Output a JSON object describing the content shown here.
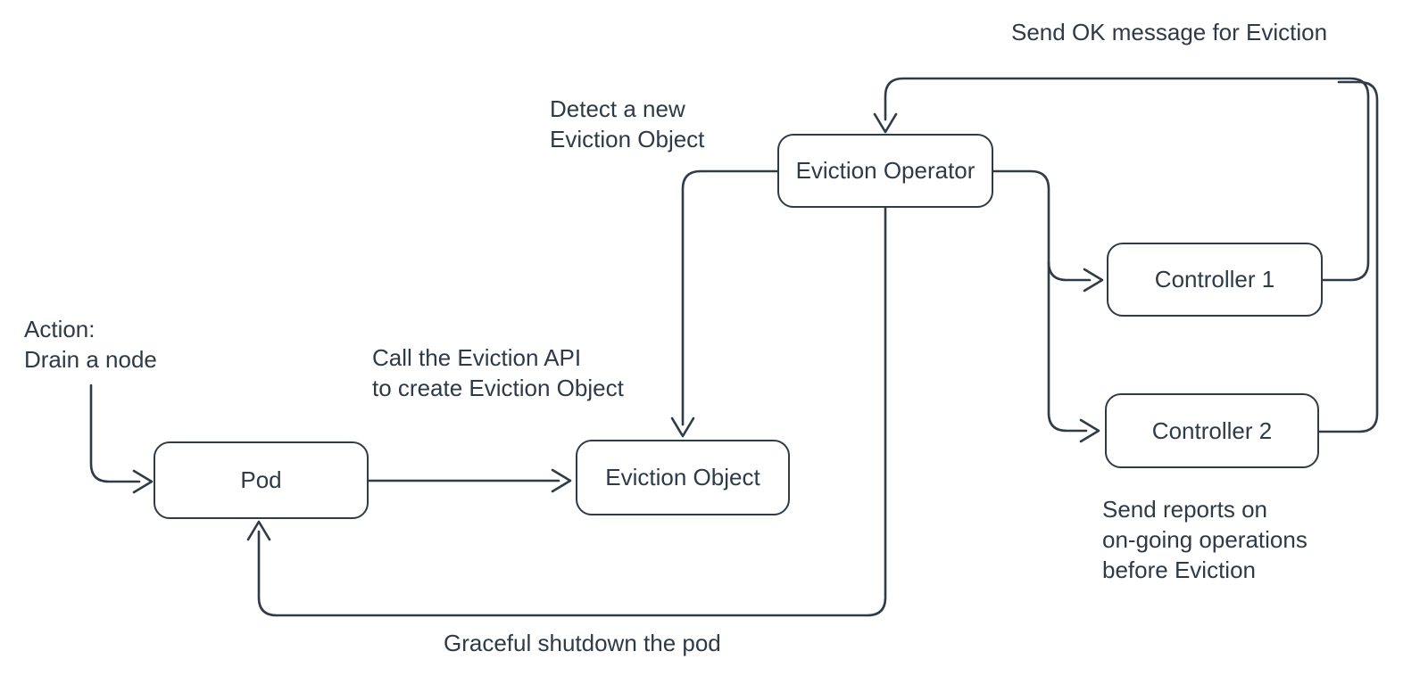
{
  "diagram": {
    "kind": "flowchart",
    "topic": "Kubernetes pod eviction flow"
  },
  "nodes": {
    "pod": {
      "label": "Pod"
    },
    "eviction_object": {
      "label": "Eviction Object"
    },
    "eviction_operator": {
      "label": "Eviction Operator"
    },
    "controller_1": {
      "label": "Controller 1"
    },
    "controller_2": {
      "label": "Controller 2"
    }
  },
  "annotations": {
    "action": {
      "lines": [
        "Action:",
        "Drain a node"
      ]
    },
    "call_api": {
      "lines": [
        "Call the Eviction API",
        "to create Eviction Object"
      ]
    },
    "detect": {
      "lines": [
        "Detect a new",
        "Eviction Object"
      ]
    },
    "send_ok": {
      "lines": [
        "Send OK message for Eviction"
      ]
    },
    "send_reports": {
      "lines": [
        "Send reports on",
        "on-going operations",
        "before Eviction"
      ]
    },
    "graceful_shutdown": {
      "lines": [
        "Graceful shutdown the pod"
      ]
    }
  },
  "edges": [
    {
      "from": "action-note",
      "to": "pod",
      "label": ""
    },
    {
      "from": "pod",
      "to": "eviction_object",
      "label": "Call the Eviction API to create Eviction Object"
    },
    {
      "from": "eviction_operator",
      "to": "eviction_object",
      "label": "Detect a new Eviction Object"
    },
    {
      "from": "eviction_operator",
      "to": "controller_1",
      "label": ""
    },
    {
      "from": "eviction_operator",
      "to": "controller_2",
      "label": ""
    },
    {
      "from": "controller_1",
      "to": "eviction_operator",
      "label": "Send OK message for Eviction"
    },
    {
      "from": "controller_2",
      "to": "eviction_operator",
      "label": "Send OK message for Eviction"
    },
    {
      "from": "eviction_operator",
      "to": "pod",
      "label": "Graceful shutdown the pod"
    }
  ],
  "colors": {
    "stroke": "#2f3b47",
    "text": "#2e3a47",
    "background": "#ffffff"
  }
}
